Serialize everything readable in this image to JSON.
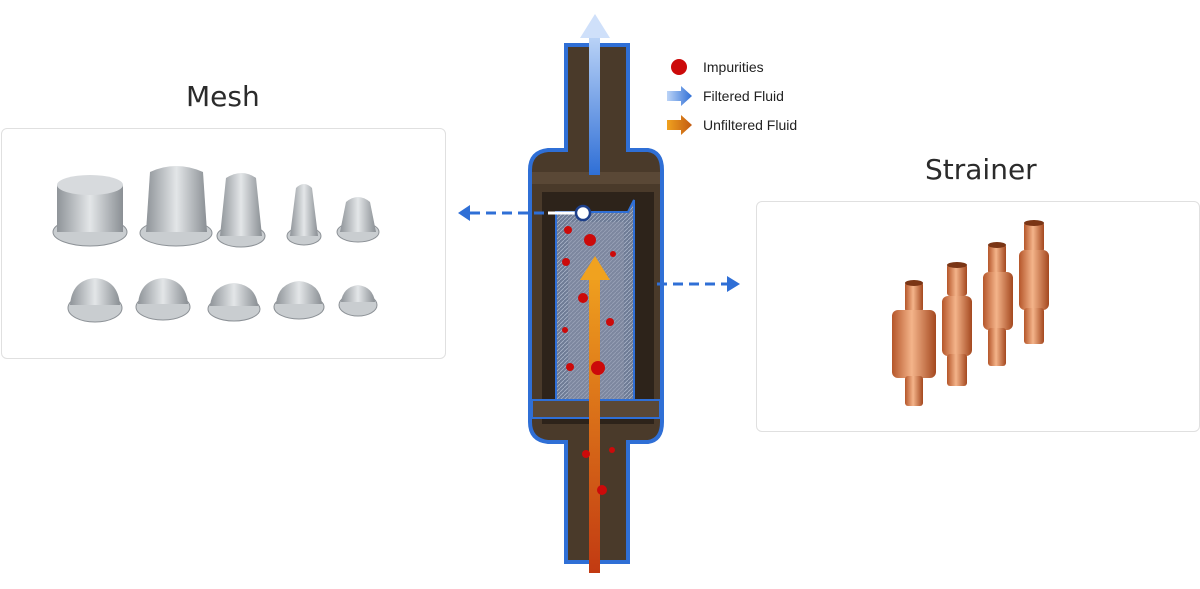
{
  "titles": {
    "mesh": "Mesh",
    "strainer": "Strainer"
  },
  "legend": {
    "impurities": "Impurities",
    "filtered": "Filtered Fluid",
    "unfiltered": "Unfiltered Fluid"
  },
  "colors": {
    "impurity": "#cc0a0a",
    "filtered": "#3a7bd5",
    "unfiltered": "#e07a1f",
    "body": "#4a3a2a",
    "outline": "#2f6fd6",
    "copper": "#e08a55"
  }
}
